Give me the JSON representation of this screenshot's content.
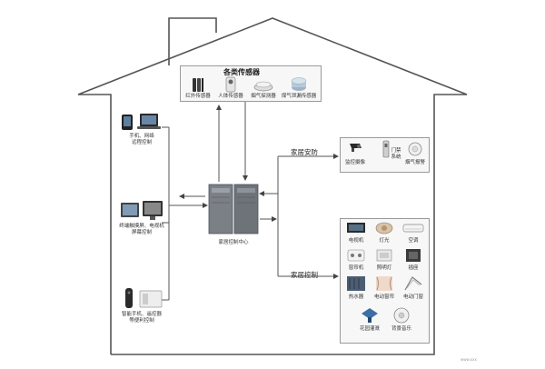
{
  "diagram": {
    "sensors": {
      "title": "各类传感器",
      "items": [
        {
          "label": "红外传感器",
          "icon": "infrared-sensor-icon"
        },
        {
          "label": "人体传感器",
          "icon": "human-body-sensor-icon"
        },
        {
          "label": "烟气探测器",
          "icon": "smoke-detector-icon"
        },
        {
          "label": "煤气泄漏传感器",
          "icon": "gas-leak-sensor-icon"
        }
      ]
    },
    "left_devices": [
      {
        "label": "手机、网络\n远程控制",
        "icon": "phone-laptop-icon"
      },
      {
        "label": "终端触摸屏、电视机\n屏幕控制",
        "icon": "touchscreen-tv-icon"
      },
      {
        "label": "智能手机、遥控器\n等便利控制",
        "icon": "remote-control-icon"
      }
    ],
    "center": {
      "label": "家居控制中心",
      "icon": "control-center-server-icon"
    },
    "security": {
      "title": "家居安防",
      "items": [
        {
          "label": "监控摄像",
          "icon": "security-camera-icon"
        },
        {
          "label": "门禁系统",
          "icon": "door-access-icon"
        },
        {
          "label": "烟气报警",
          "icon": "smoke-alarm-icon"
        }
      ]
    },
    "home_control": {
      "title": "家居控制",
      "items": [
        {
          "label": "电视机",
          "icon": "tv-icon"
        },
        {
          "label": "灯光",
          "icon": "lamp-icon"
        },
        {
          "label": "空调",
          "icon": "air-conditioner-icon"
        },
        {
          "label": "窗帘机",
          "icon": "curtain-motor-icon"
        },
        {
          "label": "照明灯",
          "icon": "ceiling-light-icon"
        },
        {
          "label": "插座",
          "icon": "socket-icon"
        },
        {
          "label": "热水器",
          "icon": "water-heater-icon"
        },
        {
          "label": "电动窗帘",
          "icon": "electric-curtain-icon"
        },
        {
          "label": "电动门窗",
          "icon": "electric-window-icon"
        },
        {
          "label": "花园灌溉",
          "icon": "garden-irrigation-icon"
        },
        {
          "label": "背景音乐",
          "icon": "background-music-icon"
        }
      ]
    },
    "watermark": "www.xxx"
  }
}
